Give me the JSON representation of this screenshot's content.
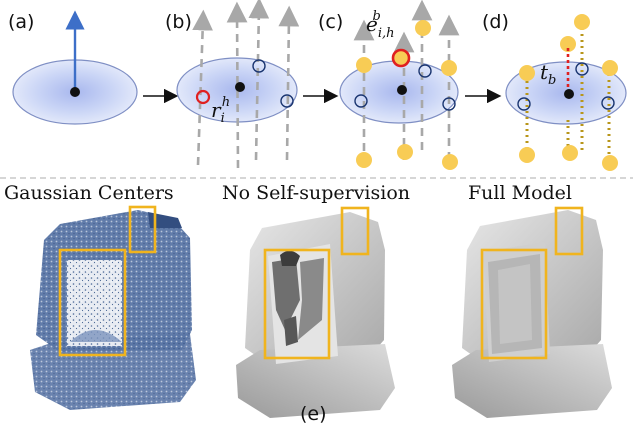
{
  "panel_labels": {
    "a": "(a)",
    "b": "(b)",
    "c": "(c)",
    "d": "(d)",
    "e": "(e)"
  },
  "math_labels": {
    "ray_point": {
      "base": "r",
      "sub": "i",
      "sup": "h"
    },
    "entry_point": {
      "base": "e",
      "sub": "i,h",
      "sup": "b"
    },
    "depth": {
      "base": "t",
      "sub": "b"
    }
  },
  "row_titles": {
    "gaussian_centers": "Gaussian Centers",
    "no_self_supervision": "No Self-supervision",
    "full_model": "Full Model"
  },
  "colors": {
    "ellipse_center": "#c9d5f5",
    "ellipse_edge": "#8ea6e6",
    "ellipse_stroke": "#7f8fc4",
    "axis_arrow": "#3d6fc8",
    "ray": "#a8a8a8",
    "red_highlight": "#e02020",
    "yellow_point": "#f8cc55",
    "dotted_link": "#b8961a",
    "depth_line": "#e02020",
    "inset_box": "#f0b41e",
    "point_cloud": "#4a6694",
    "render_gray": "#c9c9c9",
    "separator": "#c8c8c8"
  }
}
